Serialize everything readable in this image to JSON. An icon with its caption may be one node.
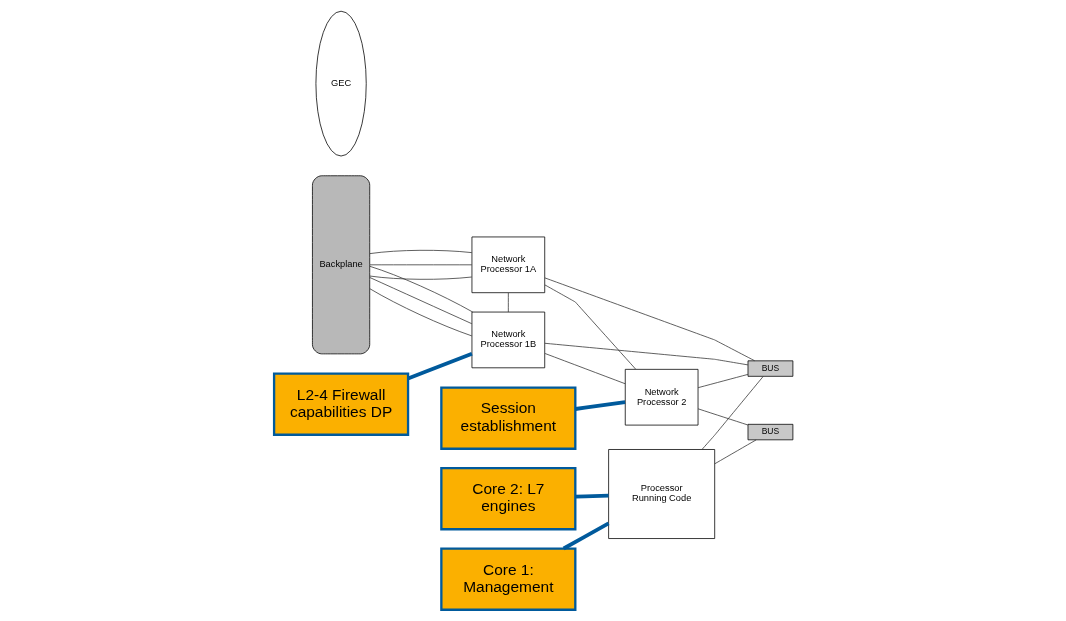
{
  "diagram": {
    "nodes": [
      {
        "text": [
          "Backplane"
        ]
      },
      {
        "text": [
          "GEC"
        ]
      },
      {
        "text": [
          "Network Processor 1A"
        ]
      },
      {
        "text": [
          "Network Processor 1B"
        ]
      },
      {
        "text": [
          "BUS"
        ]
      },
      {
        "text": [
          "Network Processor 2"
        ]
      },
      {
        "text": [
          "Processor Running Code"
        ]
      },
      {
        "text": [
          "BUS"
        ]
      },
      {
        "text": [
          "Core 1: Management"
        ]
      },
      {
        "text": [
          "L2-4 Firewall capabilities DP"
        ]
      },
      {
        "text": [
          "Session establishment"
        ]
      },
      {
        "text": [
          "Core 2: L7 engines"
        ]
      }
    ],
    "edges": [
      {
        "from": 0,
        "to": 2,
        "arrow": "none"
      },
      {
        "from": 0,
        "to": 2,
        "arrow": "none"
      },
      {
        "from": 0,
        "to": 2,
        "arrow": "none"
      },
      {
        "from": 0,
        "to": 3,
        "arrow": "none"
      },
      {
        "from": 0,
        "to": 3,
        "arrow": "none"
      },
      {
        "from": 0,
        "to": 3,
        "arrow": "none"
      },
      {
        "from": 2,
        "to": 3,
        "arrow": "none"
      },
      {
        "from": 2,
        "to": 4,
        "arrow": "none"
      },
      {
        "from": 2,
        "to": 5,
        "arrow": "none"
      },
      {
        "from": 3,
        "to": 4,
        "arrow": "none"
      },
      {
        "from": 3,
        "to": 5,
        "arrow": "none"
      },
      {
        "from": 5,
        "to": 4,
        "arrow": "none"
      },
      {
        "from": 5,
        "to": 7,
        "arrow": "none"
      },
      {
        "from": 6,
        "to": 4,
        "arrow": "none"
      },
      {
        "from": 6,
        "to": 7,
        "arrow": "none"
      },
      {
        "from": 8,
        "to": 6,
        "arrow": "none",
        "style": "thick",
        "color": "#005a9c"
      },
      {
        "from": 9,
        "to": 3,
        "arrow": "none",
        "style": "thick",
        "color": "#005a9c"
      },
      {
        "from": 10,
        "to": 5,
        "arrow": "none",
        "style": "thick",
        "color": "#005a9c"
      },
      {
        "from": 11,
        "to": 6,
        "arrow": "none",
        "style": "thick",
        "color": "#005a9c"
      }
    ]
  }
}
